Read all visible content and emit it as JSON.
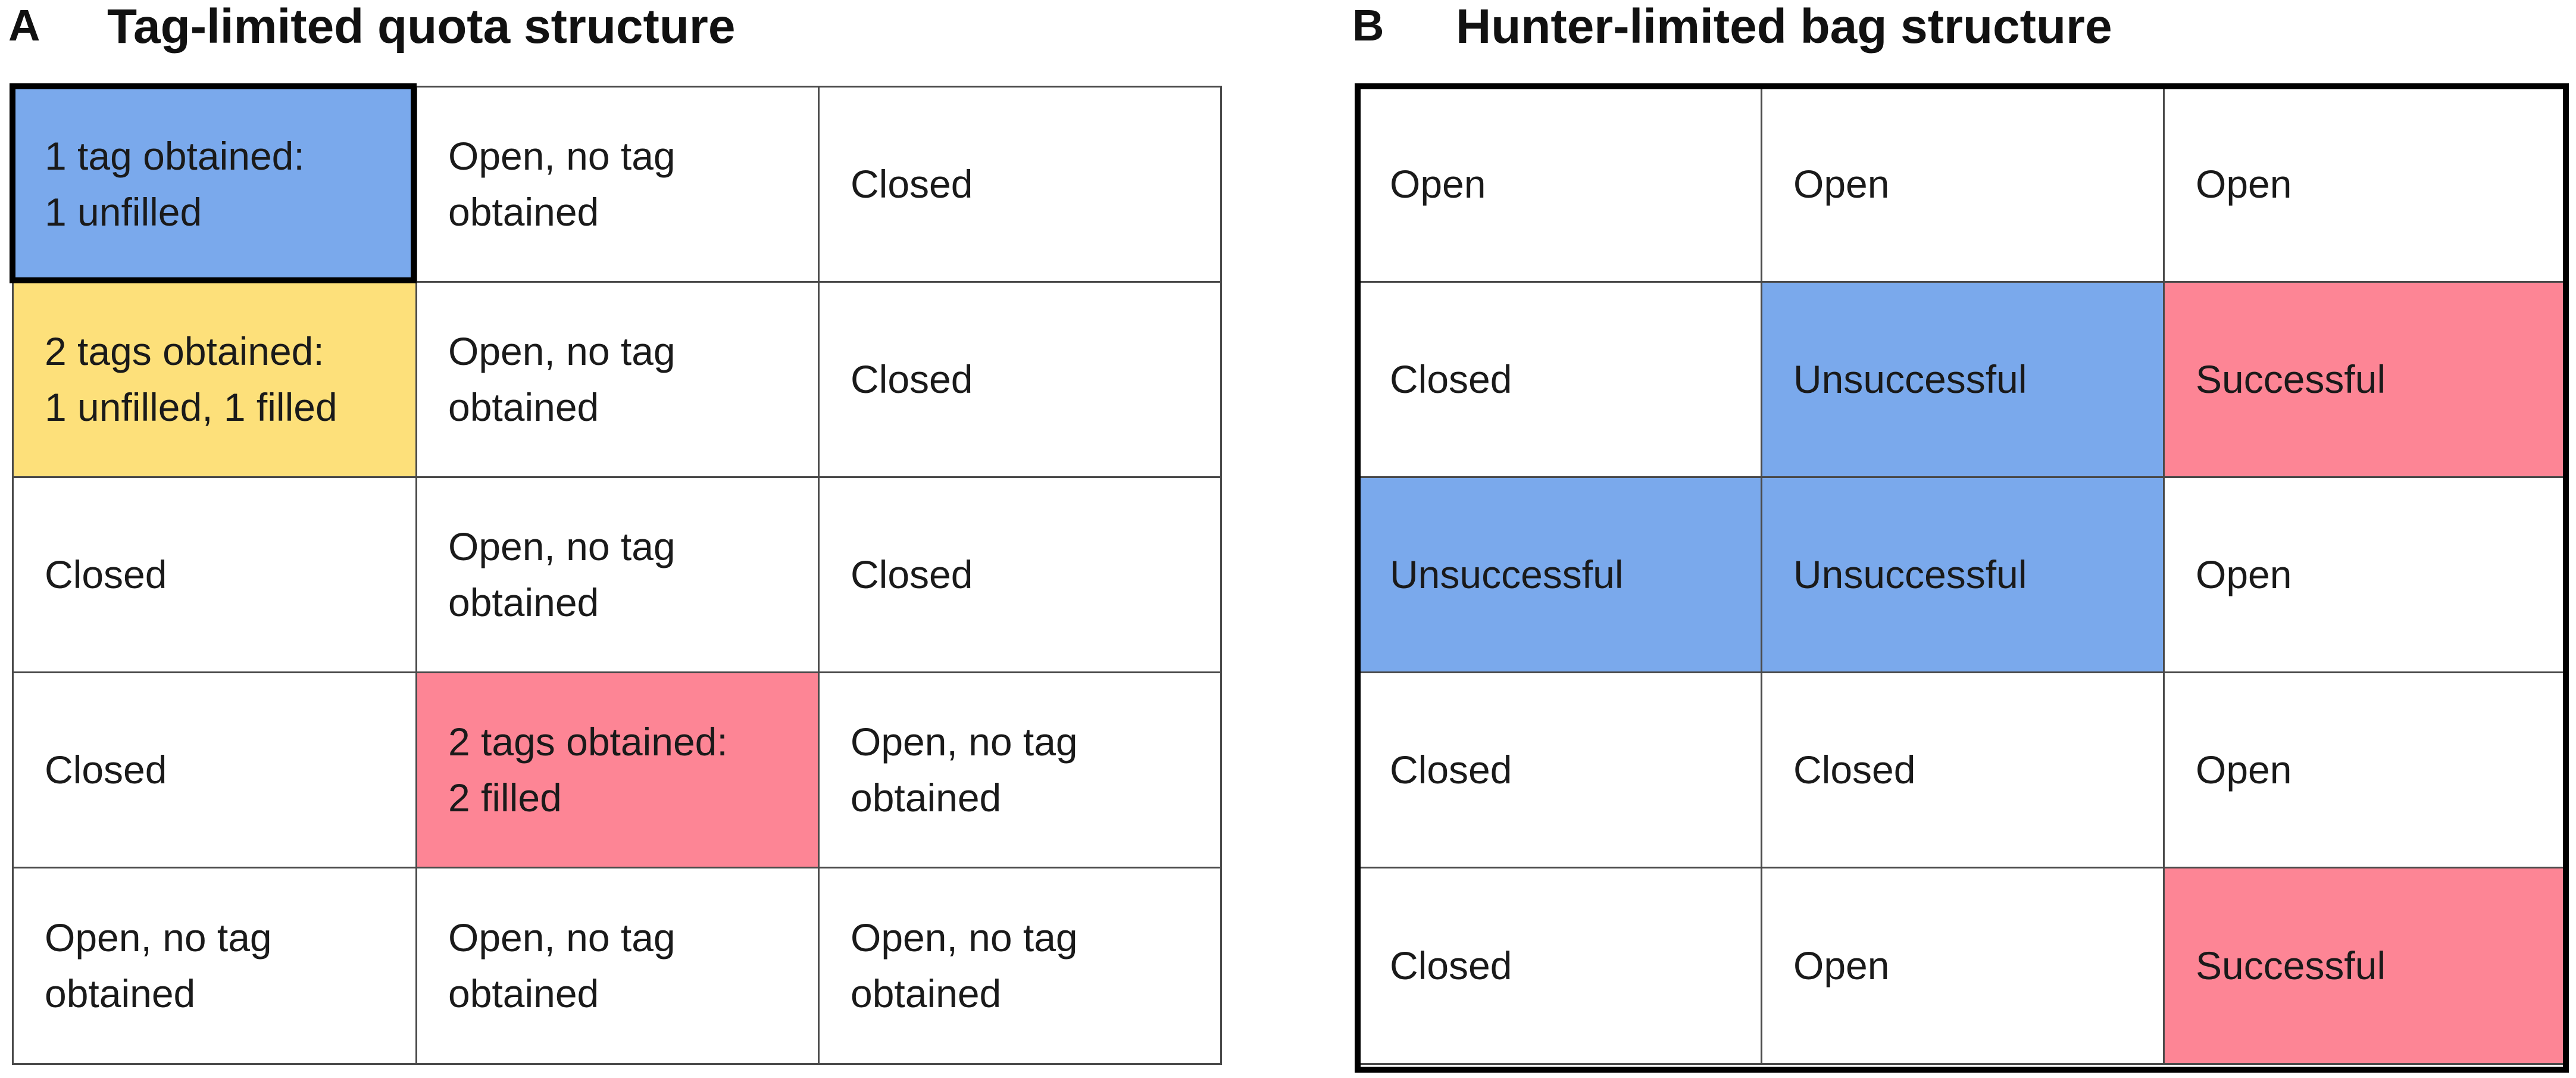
{
  "colors": {
    "blue": "#7aa9ec",
    "yellow": "#fde07a",
    "red": "#fd8595",
    "white": "#ffffff",
    "grid_line": "#4a4a4a",
    "frame": "#000000"
  },
  "panel_a": {
    "letter": "A",
    "title": "Tag-limited quota structure",
    "rows": [
      [
        {
          "text": "1 tag obtained:\n1 unfilled",
          "color": "blue"
        },
        {
          "text": "Open, no tag\nobtained",
          "color": "white"
        },
        {
          "text": "Closed",
          "color": "white"
        }
      ],
      [
        {
          "text": "2 tags obtained:\n1 unfilled, 1 filled",
          "color": "yellow"
        },
        {
          "text": "Open, no tag\nobtained",
          "color": "white"
        },
        {
          "text": "Closed",
          "color": "white"
        }
      ],
      [
        {
          "text": "Closed",
          "color": "white"
        },
        {
          "text": "Open, no tag\nobtained",
          "color": "white"
        },
        {
          "text": "Closed",
          "color": "white"
        }
      ],
      [
        {
          "text": "Closed",
          "color": "white"
        },
        {
          "text": "2 tags obtained:\n2 filled",
          "color": "red"
        },
        {
          "text": "Open, no tag\nobtained",
          "color": "white"
        }
      ],
      [
        {
          "text": "Open, no tag\nobtained",
          "color": "white"
        },
        {
          "text": "Open, no tag\nobtained",
          "color": "white"
        },
        {
          "text": "Open, no tag\nobtained",
          "color": "white"
        }
      ]
    ]
  },
  "panel_b": {
    "letter": "B",
    "title": "Hunter-limited bag structure",
    "rows": [
      [
        {
          "text": "Open",
          "color": "white"
        },
        {
          "text": "Open",
          "color": "white"
        },
        {
          "text": "Open",
          "color": "white"
        }
      ],
      [
        {
          "text": "Closed",
          "color": "white"
        },
        {
          "text": "Unsuccessful",
          "color": "blue"
        },
        {
          "text": "Successful",
          "color": "red"
        }
      ],
      [
        {
          "text": "Unsuccessful",
          "color": "blue"
        },
        {
          "text": "Unsuccessful",
          "color": "blue"
        },
        {
          "text": "Open",
          "color": "white"
        }
      ],
      [
        {
          "text": "Closed",
          "color": "white"
        },
        {
          "text": "Closed",
          "color": "white"
        },
        {
          "text": "Open",
          "color": "white"
        }
      ],
      [
        {
          "text": "Closed",
          "color": "white"
        },
        {
          "text": "Open",
          "color": "white"
        },
        {
          "text": "Successful",
          "color": "red"
        }
      ]
    ]
  }
}
